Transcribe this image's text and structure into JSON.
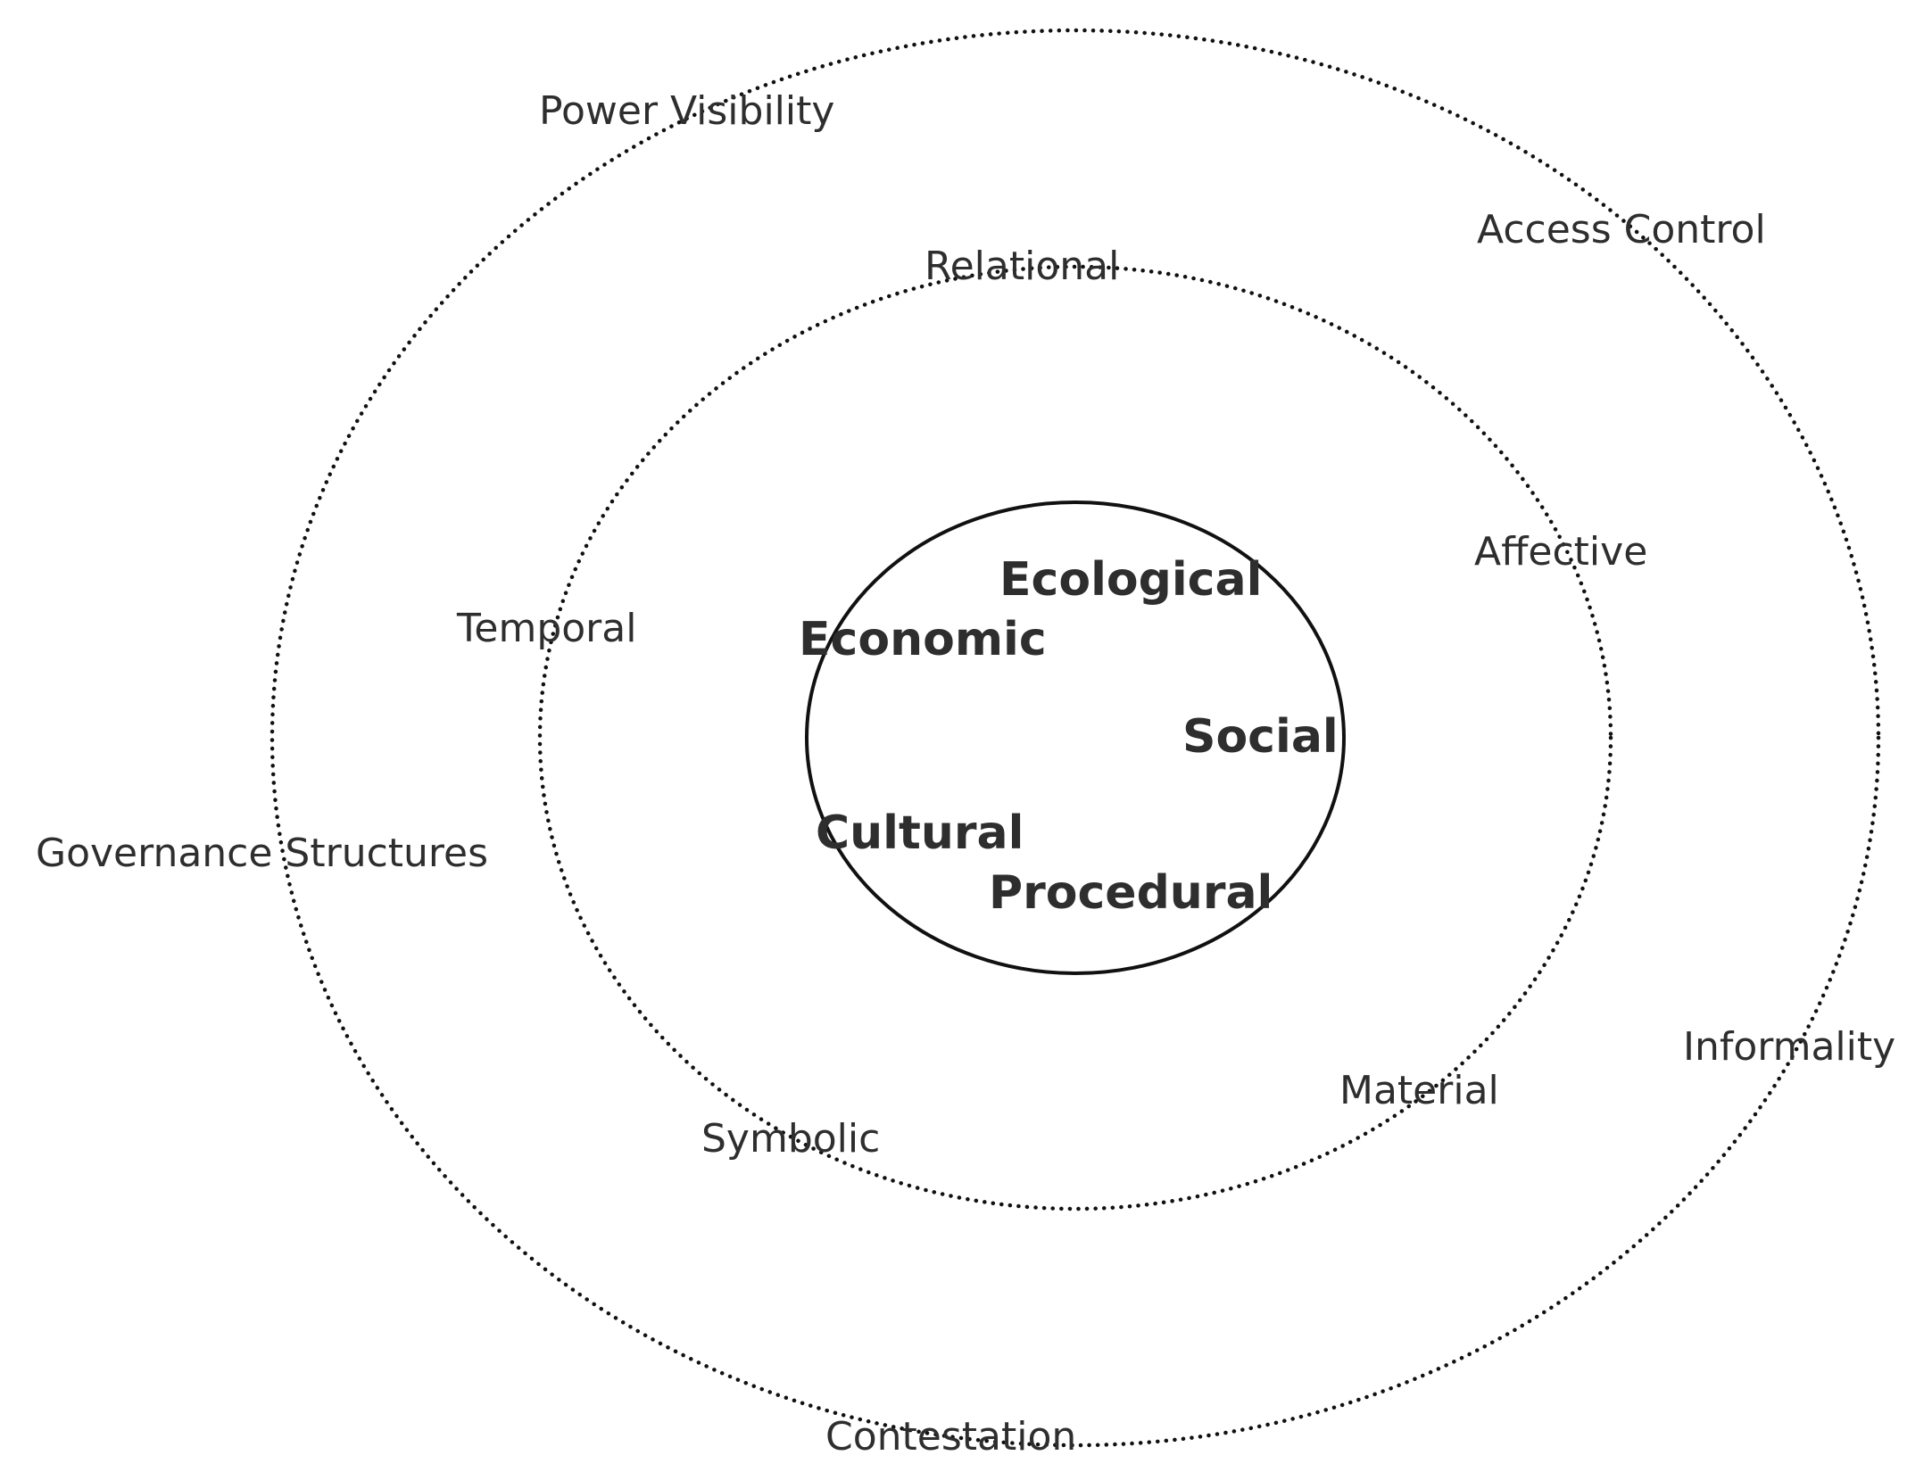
{
  "outer_ring": {
    "items": [
      "Power Visibility",
      "Access Control",
      "Informality",
      "Contestation",
      "Governance Structures"
    ]
  },
  "middle_ring": {
    "items": [
      "Relational",
      "Affective",
      "Material",
      "Symbolic",
      "Temporal"
    ]
  },
  "inner_core": {
    "items": [
      "Ecological",
      "Economic",
      "Social",
      "Cultural",
      "Procedural"
    ]
  }
}
